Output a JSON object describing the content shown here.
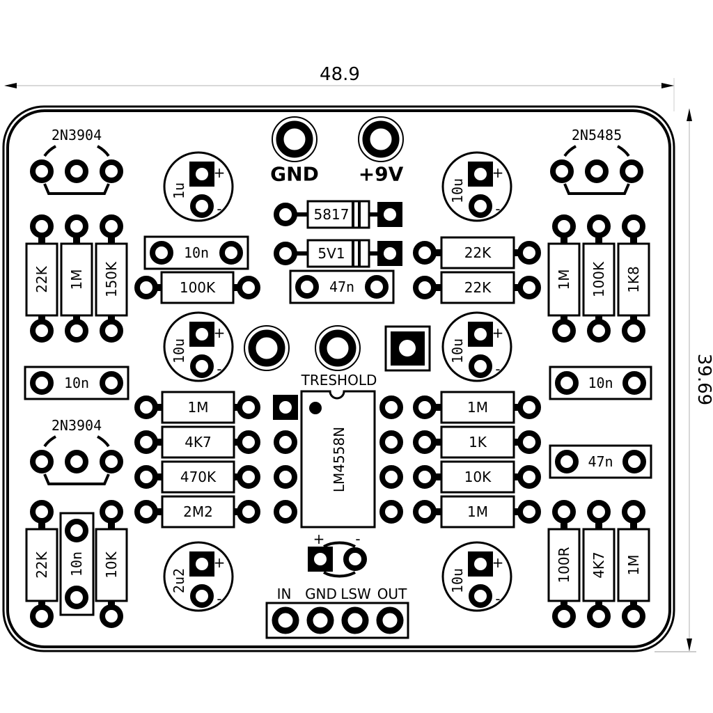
{
  "dimensions": {
    "width_label": "48.9",
    "height_label": "39.69"
  },
  "colors": {
    "ink": "#000000",
    "paper": "#ffffff",
    "dim_line": "#bbbbbb"
  },
  "power_jacks": [
    {
      "label": "GND"
    },
    {
      "label": "+9V"
    }
  ],
  "transistors": [
    {
      "id": "Q1",
      "label": "2N3904"
    },
    {
      "id": "Q2",
      "label": "2N5485"
    },
    {
      "id": "Q3",
      "label": "2N3904"
    }
  ],
  "electrolytic_caps": [
    {
      "id": "C1",
      "value": "1u",
      "plus": "+",
      "minus": "-"
    },
    {
      "id": "C2",
      "value": "10u",
      "plus": "+",
      "minus": "-"
    },
    {
      "id": "C3",
      "value": "10u",
      "plus": "+",
      "minus": "-"
    },
    {
      "id": "C4",
      "value": "10u",
      "plus": "+",
      "minus": "-"
    },
    {
      "id": "C5",
      "value": "2u2",
      "plus": "+",
      "minus": "-"
    },
    {
      "id": "C6",
      "value": "10u",
      "plus": "+",
      "minus": "-"
    }
  ],
  "diodes": [
    {
      "id": "D1",
      "value": "5817"
    },
    {
      "id": "D2",
      "value": "5V1"
    }
  ],
  "film_caps": [
    {
      "id": "FC1",
      "value": "10n"
    },
    {
      "id": "FC2",
      "value": "47n"
    },
    {
      "id": "FC3",
      "value": "10n"
    },
    {
      "id": "FC4",
      "value": "10n"
    },
    {
      "id": "FC5",
      "value": "47n"
    },
    {
      "id": "FC6",
      "value": "10n"
    }
  ],
  "resistors_horizontal": [
    {
      "id": "R_100K",
      "value": "100K"
    },
    {
      "id": "R_22K_a",
      "value": "22K"
    },
    {
      "id": "R_22K_b",
      "value": "22K"
    },
    {
      "id": "R_1M_a",
      "value": "1M"
    },
    {
      "id": "R_4K7_a",
      "value": "4K7"
    },
    {
      "id": "R_470K",
      "value": "470K"
    },
    {
      "id": "R_2M2",
      "value": "2M2"
    },
    {
      "id": "R_1M_b",
      "value": "1M"
    },
    {
      "id": "R_1K",
      "value": "1K"
    },
    {
      "id": "R_10K_a",
      "value": "10K"
    },
    {
      "id": "R_1M_c",
      "value": "1M"
    }
  ],
  "resistors_vertical": [
    {
      "id": "RV1",
      "value": "22K"
    },
    {
      "id": "RV2",
      "value": "1M"
    },
    {
      "id": "RV3",
      "value": "150K"
    },
    {
      "id": "RV4",
      "value": "1M"
    },
    {
      "id": "RV5",
      "value": "100K"
    },
    {
      "id": "RV6",
      "value": "1K8"
    },
    {
      "id": "RV7",
      "value": "22K"
    },
    {
      "id": "RV8",
      "value": "10K"
    },
    {
      "id": "RV9",
      "value": "100R"
    },
    {
      "id": "RV10",
      "value": "4K7"
    },
    {
      "id": "RV11",
      "value": "1M"
    }
  ],
  "ic": {
    "label": "LM4558N"
  },
  "trimmer": {
    "label": "TRESHOLD"
  },
  "led": {
    "plus": "+",
    "minus": "-"
  },
  "io_header": {
    "pins": [
      "IN",
      "GND",
      "LSW",
      "OUT"
    ]
  }
}
